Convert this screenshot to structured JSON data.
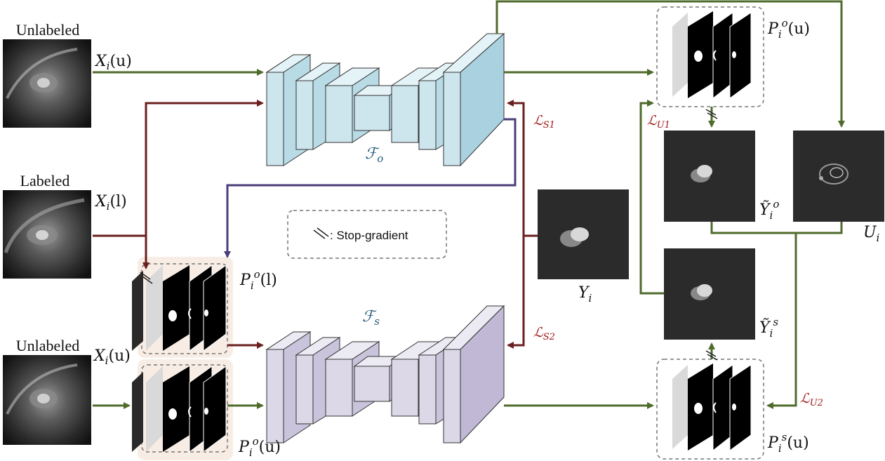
{
  "inputs": {
    "unlabeled_top": {
      "caption": "Unlabeled",
      "var": "X",
      "sub": "i",
      "arg": "(u)"
    },
    "labeled": {
      "caption": "Labeled",
      "var": "X",
      "sub": "i",
      "arg": "(l)"
    },
    "unlabeled_bottom": {
      "caption": "Unlabeled",
      "var": "X",
      "sub": "i",
      "arg": "(u)"
    }
  },
  "networks": {
    "teacher": {
      "letter": "ℱ",
      "sub": "o"
    },
    "student": {
      "letter": "ℱ",
      "sub": "s"
    }
  },
  "predictions": {
    "po_u": {
      "var": "P",
      "sub": "i",
      "sup": "o",
      "arg": "(u)"
    },
    "po_l": {
      "var": "P",
      "sub": "i",
      "sup": "o",
      "arg": "(l)"
    },
    "po_u_bottom": {
      "var": "P",
      "sub": "i",
      "sup": "o",
      "arg": "(u)"
    },
    "ps_u": {
      "var": "P",
      "sub": "i",
      "sup": "s",
      "arg": "(u)"
    }
  },
  "outputs": {
    "y_tilde_o": {
      "var": "Ỹ",
      "sub": "i",
      "sup": "o"
    },
    "y_tilde_s": {
      "var": "Ỹ",
      "sub": "i",
      "sup": "s"
    },
    "u_i": {
      "var": "U",
      "sub": "i"
    },
    "y_i": {
      "var": "Y",
      "sub": "i"
    }
  },
  "losses": {
    "ls1": {
      "letter": "ℒ",
      "sub": "S1"
    },
    "ls2": {
      "letter": "ℒ",
      "sub": "S2"
    },
    "lu1": {
      "letter": "ℒ",
      "sub": "U1"
    },
    "lu2": {
      "letter": "ℒ",
      "sub": "U2"
    }
  },
  "legend": {
    "text": ": Stop-gradient"
  },
  "colors": {
    "green": "#4f6b2b",
    "red": "#6b1f1f",
    "purple": "#4b3d7a",
    "teacher_fill": "#cde6ee",
    "student_fill": "#dcd8e8",
    "loss_text": "#a01818",
    "net_text": "#245a7a"
  }
}
